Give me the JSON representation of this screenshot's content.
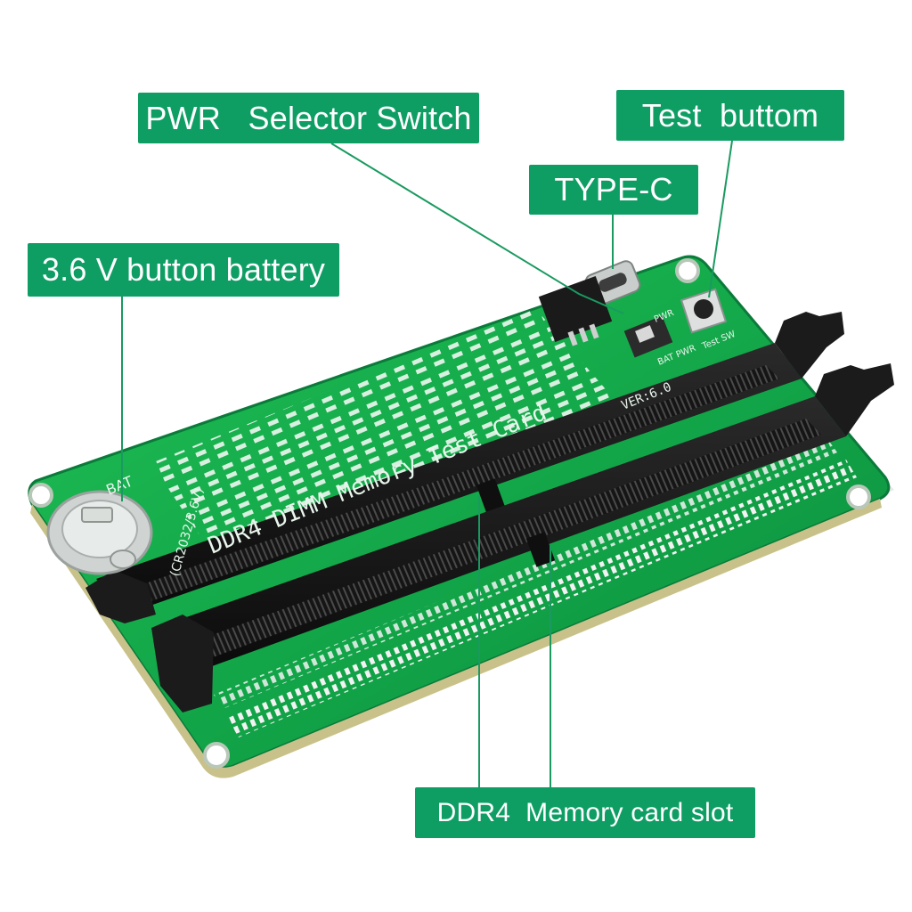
{
  "colors": {
    "callout_bg": "#0e9e64",
    "callout_text": "#ffffff",
    "leader_line": "#1a9a60",
    "pcb_green": "#10a24a",
    "pcb_green_light": "#3cc86a",
    "pcb_edge": "#0b7a3a",
    "slot_black": "#141414",
    "silkscreen": "#e8f5ec",
    "gold": "#c9b87a"
  },
  "callouts": {
    "pwr": "PWR   Selector Switch",
    "test": "Test  buttom",
    "typec": "TYPE-C",
    "battery": "3.6 V button battery",
    "slot": "DDR4  Memory card slot"
  },
  "board": {
    "title": "DDR4  DIMM  Memory  Test  Card",
    "version": "VER:6.0",
    "bat_label": "BAT",
    "battery_model": "(CR2032/3.6V)",
    "pwr_label": "PWR",
    "bat_pwr_label": "BAT  PWR",
    "test_sw_label": "Test  SW"
  },
  "icons": {
    "battery": "coin-cell-battery-icon",
    "usb": "usb-type-c-port-icon",
    "switch": "slide-switch-icon",
    "button": "tactile-push-button-icon"
  }
}
